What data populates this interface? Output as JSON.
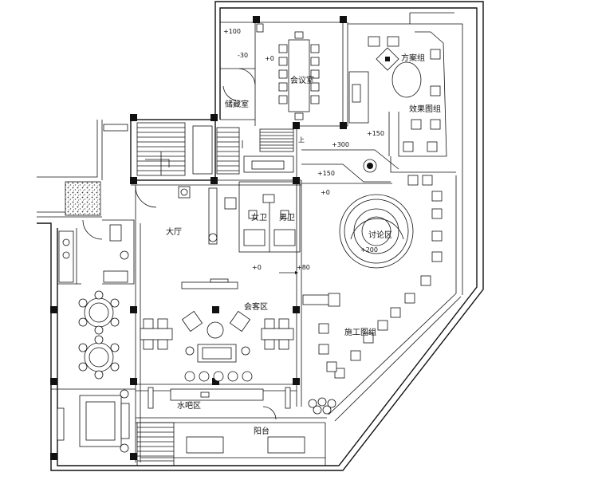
{
  "rooms": {
    "meeting": "会议室",
    "storage": "储藏室",
    "scheme_group": "方案组",
    "effect_group": "效果图组",
    "lobby": "大厅",
    "discussion": "讨论区",
    "female_wc": "女卫",
    "male_wc": "男卫",
    "reception": "会客区",
    "construction_group": "施工图组",
    "water_bar": "水吧区",
    "balcony": "阳台"
  },
  "levels": {
    "l_p100": "+100",
    "l_m30": "-30",
    "l_0_meeting": "+0",
    "l_p150_a": "+150",
    "l_p300": "+300",
    "l_p150_b": "+150",
    "l_0_east": "+0",
    "l_p200": "+200",
    "l_0_center": "+0",
    "l_p80": "+80",
    "up": "上"
  }
}
